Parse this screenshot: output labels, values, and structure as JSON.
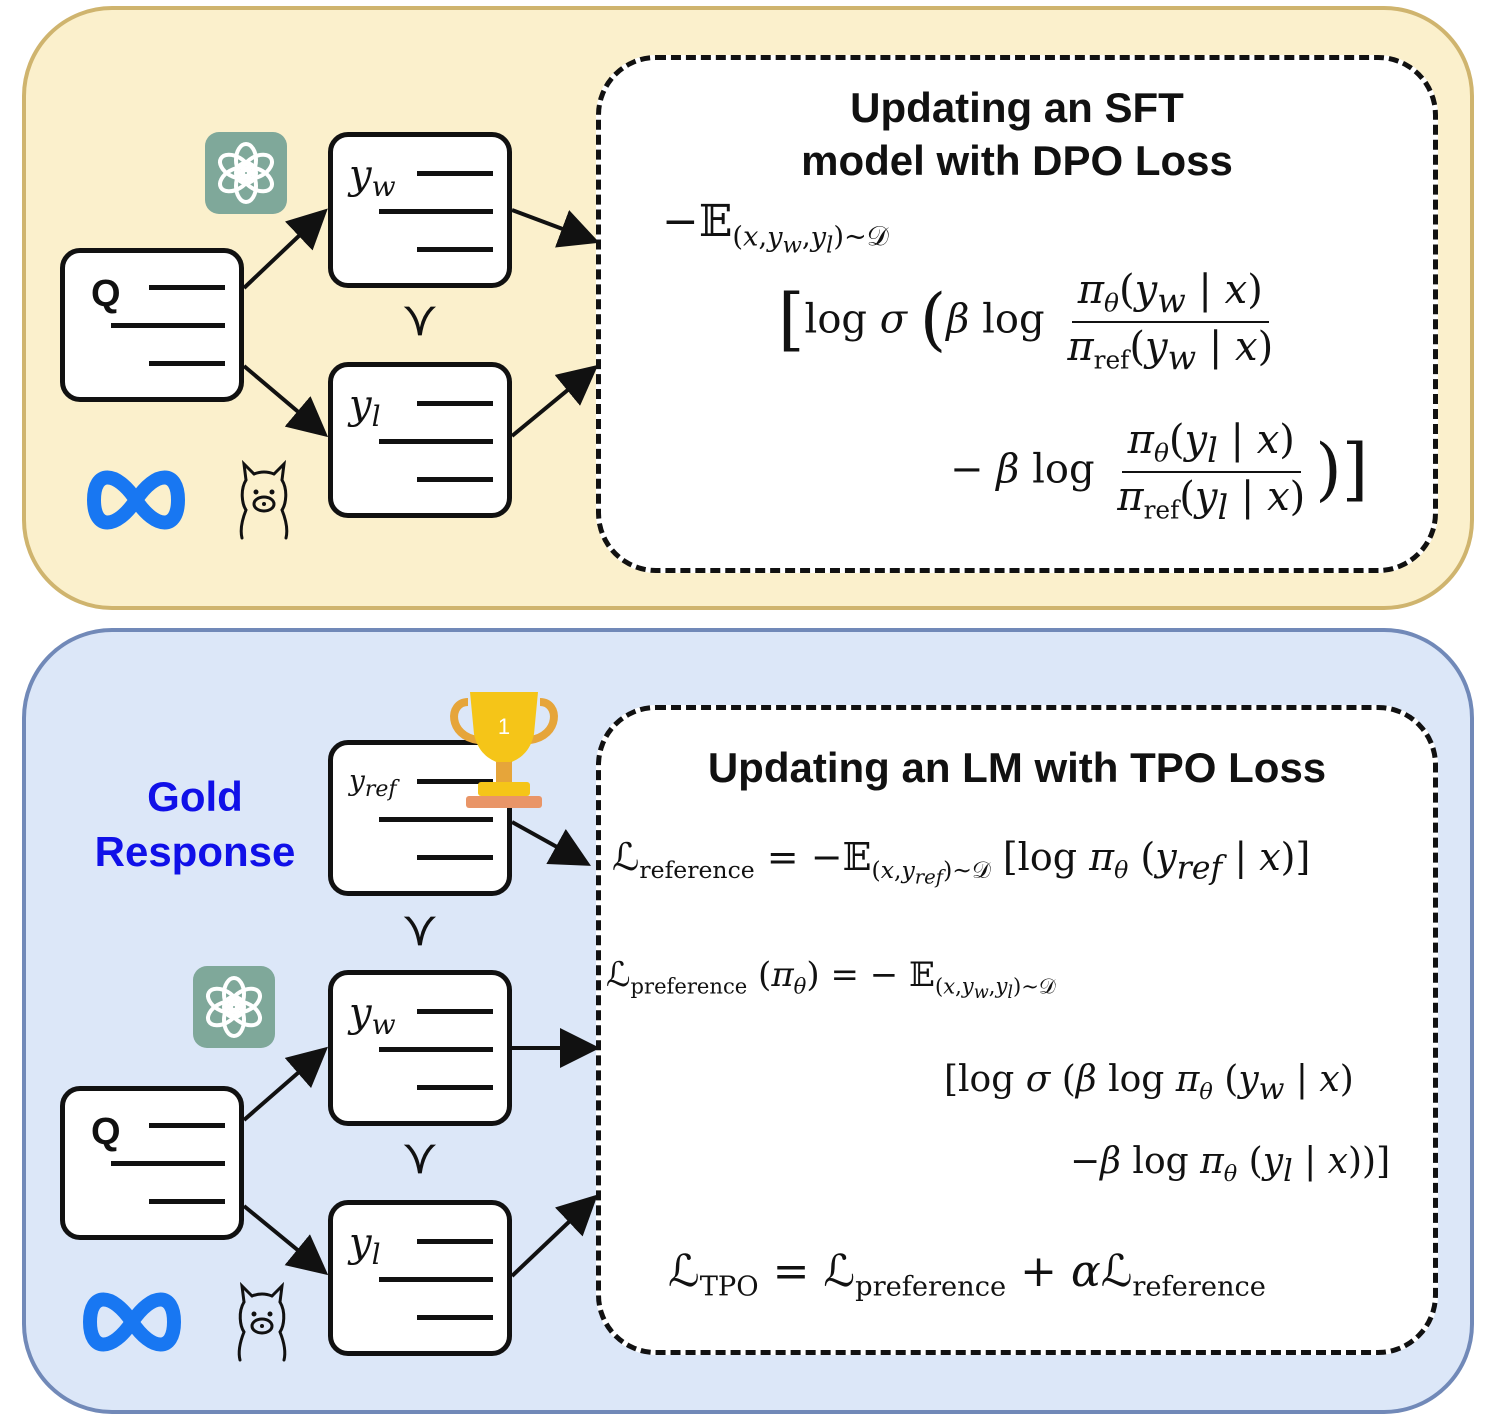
{
  "top_panel": {
    "title_line1": "Updating an SFT",
    "title_line2": "model with DPO Loss",
    "query_label": "Q",
    "winner_label": "y",
    "winner_sub": "w",
    "loser_label": "y",
    "loser_sub": "l",
    "succ_symbol": "≻"
  },
  "bottom_panel": {
    "title": "Updating an LM with TPO Loss",
    "gold_line1": "Gold",
    "gold_line2": "Response",
    "ref_label": "y",
    "ref_sub": "ref",
    "query_label": "Q",
    "winner_label": "y",
    "winner_sub": "w",
    "loser_label": "y",
    "loser_sub": "l",
    "succ_symbol": "≻"
  },
  "colors": {
    "top_panel_fill": "#fbf0cc",
    "top_panel_border": "#cfb46e",
    "bottom_panel_fill": "#dce7f8",
    "bottom_panel_border": "#7189b8",
    "gold_text": "#1010e8",
    "meta_blue": "#1877f2",
    "gpt_green": "#7fa89a",
    "trophy_gold": "#f5c518"
  },
  "icons": [
    "openai-logo-icon",
    "meta-logo-icon",
    "llama-icon",
    "trophy-icon"
  ]
}
